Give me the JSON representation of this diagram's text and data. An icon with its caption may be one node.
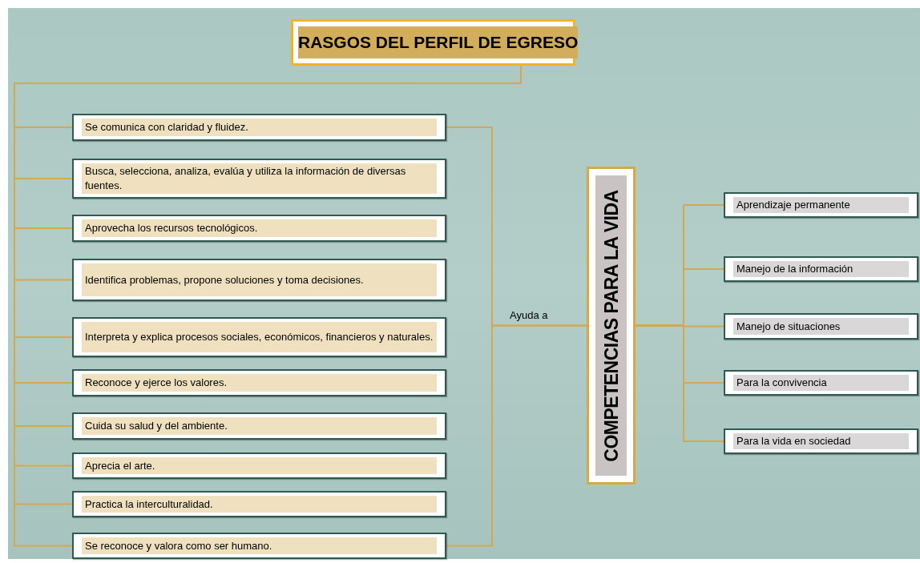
{
  "diagram": {
    "nodes": [
      {
        "text": [
          "RASGOS DEL PERFIL DE EGRESO"
        ]
      },
      {
        "text": [
          "Se comunica con claridad y fluidez."
        ]
      },
      {
        "text": [
          "Busca, selecciona, analiza, evalúa y utiliza la información de diversas fuentes."
        ]
      },
      {
        "text": [
          "Aprovecha los recursos tecnológicos."
        ]
      },
      {
        "text": [
          "Identifica problemas, propone soluciones y toma decisiones."
        ]
      },
      {
        "text": [
          "Interpreta y explica procesos sociales, económicos, financieros y naturales."
        ]
      },
      {
        "text": [
          "Reconoce y ejerce los valores."
        ]
      },
      {
        "text": [
          "Cuida su salud y del ambiente."
        ]
      },
      {
        "text": [
          "Aprecia el arte."
        ]
      },
      {
        "text": [
          "Practica la interculturalidad."
        ]
      },
      {
        "text": [
          "Se reconoce y valora como ser humano."
        ]
      },
      {
        "text": [
          "COMPETENCIAS PARA LA VIDA"
        ]
      },
      {
        "text": [
          "Aprendizaje permanente"
        ]
      },
      {
        "text": [
          "Manejo de la información"
        ]
      },
      {
        "text": [
          "Manejo de situaciones"
        ]
      },
      {
        "text": [
          "Para la convivencia"
        ]
      },
      {
        "text": [
          "Para la vida en sociedad"
        ]
      }
    ],
    "edges": [
      {
        "from": 0,
        "to": 1,
        "arrow": "none"
      },
      {
        "from": 0,
        "to": 2,
        "arrow": "none"
      },
      {
        "from": 0,
        "to": 3,
        "arrow": "none"
      },
      {
        "from": 0,
        "to": 4,
        "arrow": "none"
      },
      {
        "from": 0,
        "to": 5,
        "arrow": "none"
      },
      {
        "from": 0,
        "to": 6,
        "arrow": "none"
      },
      {
        "from": 0,
        "to": 7,
        "arrow": "none"
      },
      {
        "from": 0,
        "to": 8,
        "arrow": "none"
      },
      {
        "from": 0,
        "to": 9,
        "arrow": "none"
      },
      {
        "from": 0,
        "to": 10,
        "arrow": "none"
      },
      {
        "from": 1,
        "to": 11,
        "arrow": "none",
        "label": "Ayuda a"
      },
      {
        "from": 10,
        "to": 11,
        "arrow": "none"
      },
      {
        "from": 11,
        "to": 12,
        "arrow": "none"
      },
      {
        "from": 11,
        "to": 13,
        "arrow": "none"
      },
      {
        "from": 11,
        "to": 14,
        "arrow": "none"
      },
      {
        "from": 11,
        "to": 15,
        "arrow": "none"
      },
      {
        "from": 11,
        "to": 16,
        "arrow": "none"
      }
    ]
  }
}
